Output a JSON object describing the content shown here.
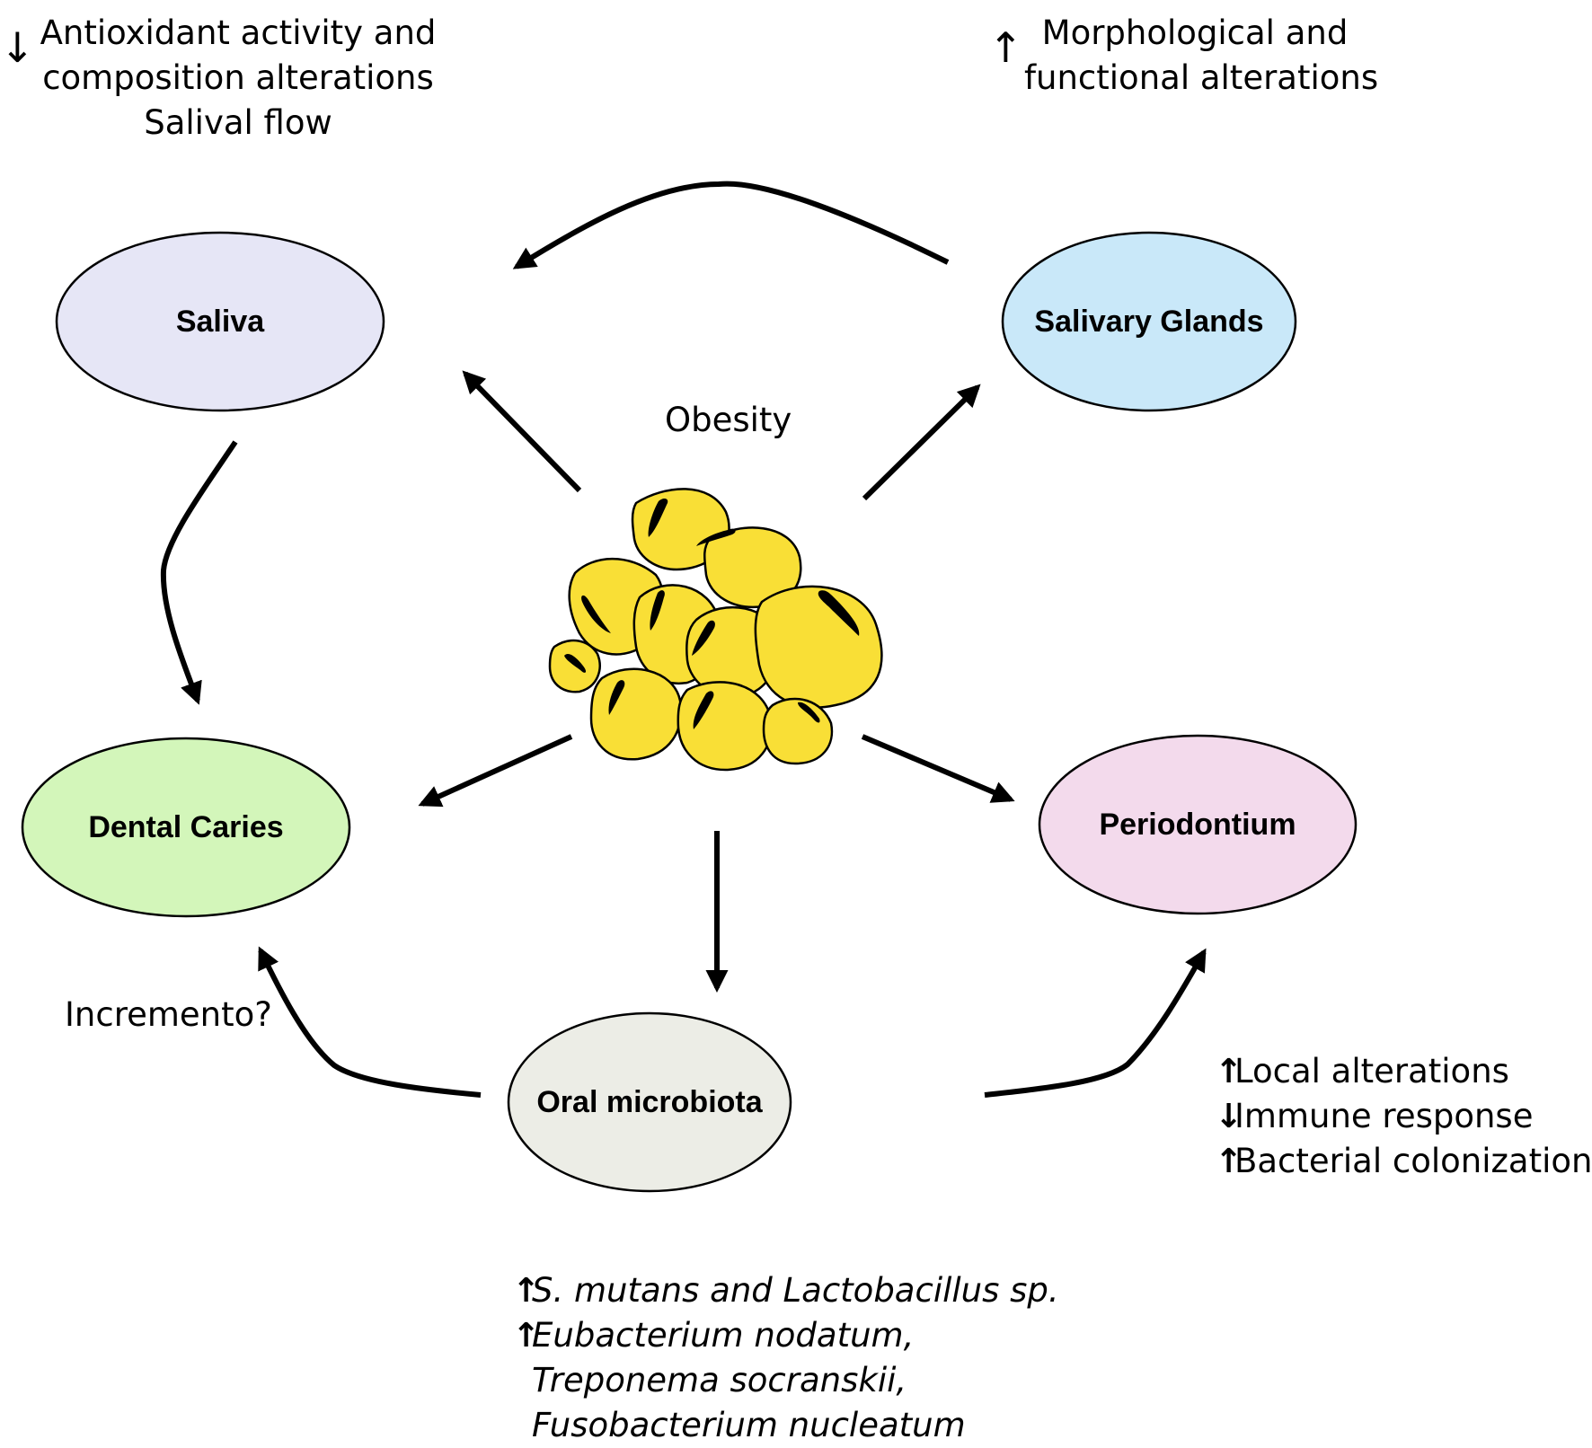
{
  "diagram": {
    "center": {
      "label": "Obesity"
    },
    "nodes": [
      {
        "id": "saliva",
        "label": "Saliva",
        "fill": "#E6E6F6"
      },
      {
        "id": "salivary-glands",
        "label": "Salivary Glands",
        "fill": "#C9E8F9"
      },
      {
        "id": "dental-caries",
        "label": "Dental Caries",
        "fill": "#D3F6BA"
      },
      {
        "id": "periodontium",
        "label": "Periodontium",
        "fill": "#F3DAEC"
      },
      {
        "id": "oral-microbiota",
        "label": "Oral microbiota",
        "fill": "#ECEDE6"
      }
    ],
    "edges": [
      {
        "from": "obesity",
        "to": "saliva"
      },
      {
        "from": "obesity",
        "to": "salivary-glands"
      },
      {
        "from": "obesity",
        "to": "dental-caries"
      },
      {
        "from": "obesity",
        "to": "periodontium"
      },
      {
        "from": "obesity",
        "to": "oral-microbiota"
      },
      {
        "from": "salivary-glands",
        "to": "saliva"
      },
      {
        "from": "saliva",
        "to": "dental-caries"
      },
      {
        "from": "oral-microbiota",
        "to": "dental-caries"
      },
      {
        "from": "oral-microbiota",
        "to": "periodontium"
      }
    ],
    "cell_color": "#F9DF36"
  },
  "annotations": {
    "saliva": {
      "arrow": "down",
      "lines": [
        "Antioxidant activity and",
        "composition alterations",
        "Salival flow"
      ]
    },
    "salivary_glands": {
      "arrow": "up",
      "lines": [
        "Morphological and",
        "functional alterations"
      ]
    },
    "caries_link": {
      "text": "Incremento?"
    },
    "periodontium": [
      {
        "arrow": "up",
        "text": "Local alterations"
      },
      {
        "arrow": "down",
        "text": "Immune response"
      },
      {
        "arrow": "up",
        "text": "Bacterial colonization"
      }
    ],
    "microbiota": [
      {
        "arrow": "up",
        "text": "S. mutans and Lactobacillus sp."
      },
      {
        "arrow": "up",
        "text": "Eubacterium nodatum,"
      },
      {
        "arrow": "",
        "text": "Treponema socranskii,"
      },
      {
        "arrow": "",
        "text": "Fusobacterium nucleatum"
      }
    ]
  },
  "glyphs": {
    "up": "↑",
    "down": "↓"
  }
}
